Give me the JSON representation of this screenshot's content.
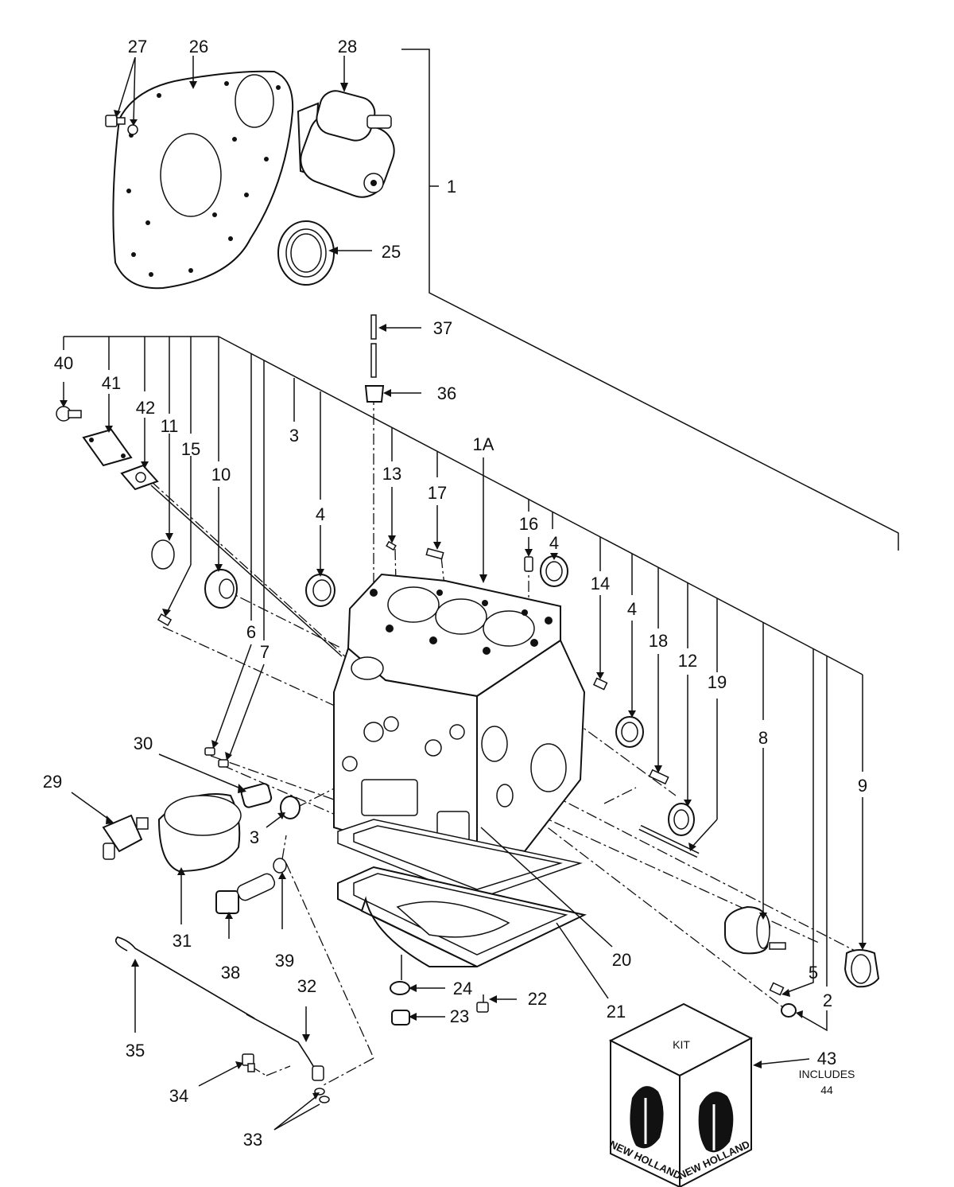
{
  "labels": {
    "l1": "1",
    "l1a": "1A",
    "l2": "2",
    "l3a": "3",
    "l3b": "3",
    "l4a": "4",
    "l4b": "4",
    "l4c": "4",
    "l5": "5",
    "l6": "6",
    "l7": "7",
    "l8": "8",
    "l9": "9",
    "l10": "10",
    "l11": "11",
    "l12": "12",
    "l13": "13",
    "l14": "14",
    "l15": "15",
    "l16": "16",
    "l17": "17",
    "l18": "18",
    "l19": "19",
    "l20": "20",
    "l21": "21",
    "l22": "22",
    "l23": "23",
    "l24": "24",
    "l25": "25",
    "l26": "26",
    "l27": "27",
    "l28": "28",
    "l29": "29",
    "l30": "30",
    "l31": "31",
    "l32": "32",
    "l33": "33",
    "l34": "34",
    "l35": "35",
    "l36": "36",
    "l37": "37",
    "l38": "38",
    "l39": "39",
    "l40": "40",
    "l41": "41",
    "l42": "42",
    "l43": "43"
  },
  "kit": {
    "title": "KIT",
    "brand_left": "NEW HOLLAND",
    "brand_right": "NEW HOLLAND",
    "includes_label": "INCLUDES",
    "includes_number": "44"
  }
}
